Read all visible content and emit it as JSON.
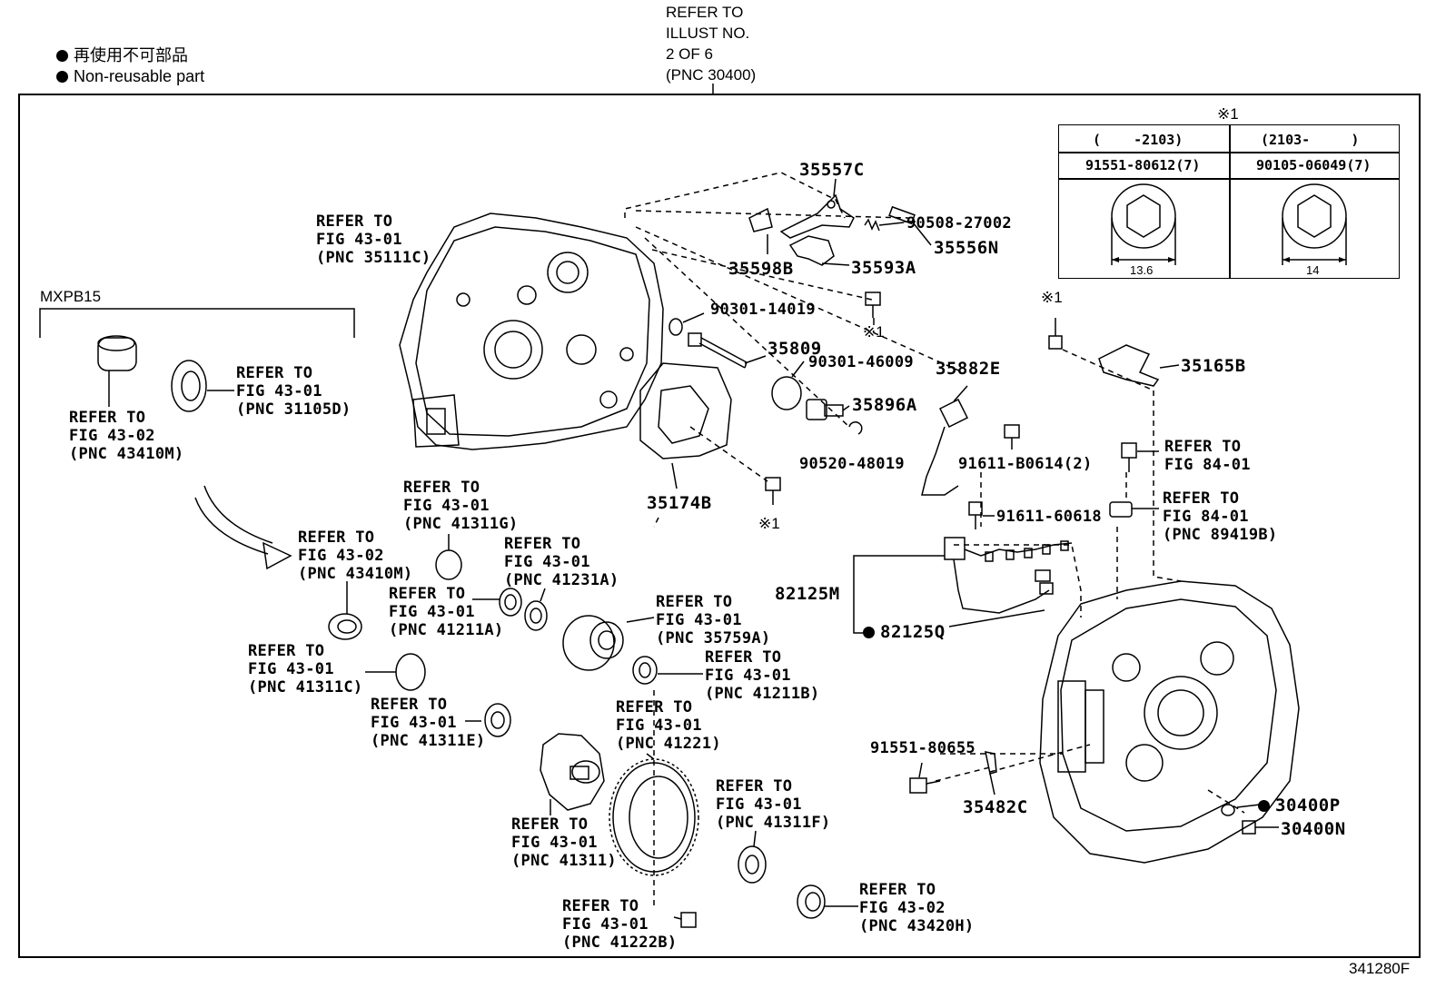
{
  "legend": {
    "ja": "再使用不可部品",
    "en": "Non-reusable part"
  },
  "refer_top": [
    "REFER TO",
    "ILLUST NO.",
    "2 OF 6",
    "(PNC 30400)"
  ],
  "variant": "MXPB15",
  "table": {
    "note": "※1",
    "head_left": "(    -2103)",
    "head_right": "(2103-     )",
    "part_left": "91551-80612(7)",
    "part_right": "90105-06049(7)",
    "dim_left": "13.6",
    "dim_right": "14"
  },
  "part_numbers": {
    "p35557C": "35557C",
    "p90508": "90508-27002",
    "p35556N": "35556N",
    "p35598B": "35598B",
    "p35593A": "35593A",
    "p90301a": "90301-14019",
    "p35809": "35809",
    "p90301b": "90301-46009",
    "p35882E": "35882E",
    "p35896A": "35896A",
    "p90520": "90520-48019",
    "p91611b": "91611-B0614(2)",
    "p35174B": "35174B",
    "p35165B": "35165B",
    "p91611c": "91611-60618",
    "p82125M": "82125M",
    "p82125Q": "82125Q",
    "p91551": "91551-80655",
    "p35482C": "35482C",
    "p30400P": "30400P",
    "p30400N": "30400N",
    "note1a": "※1",
    "note1b": "※1",
    "note1c": "※1"
  },
  "refs": {
    "r35111C": [
      "REFER TO",
      "FIG 43-01",
      "(PNC 35111C)"
    ],
    "r31105D": [
      "REFER TO",
      "FIG 43-01",
      "(PNC 31105D)"
    ],
    "r43410Ma": [
      "REFER TO",
      "FIG 43-02",
      "(PNC 43410M)"
    ],
    "r41311G": [
      "REFER TO",
      "FIG 43-01",
      "(PNC 41311G)"
    ],
    "r43410Mb": [
      "REFER TO",
      "FIG 43-02",
      "(PNC 43410M)"
    ],
    "r41231A": [
      "REFER TO",
      "FIG 43-01",
      "(PNC 41231A)"
    ],
    "r41211A": [
      "REFER TO",
      "FIG 43-01",
      "(PNC 41211A)"
    ],
    "r35759A": [
      "REFER TO",
      "FIG 43-01",
      "(PNC 35759A)"
    ],
    "r41311C": [
      "REFER TO",
      "FIG 43-01",
      "(PNC 41311C)"
    ],
    "r41211B": [
      "REFER TO",
      "FIG 43-01",
      "(PNC 41211B)"
    ],
    "r41311E": [
      "REFER TO",
      "FIG 43-01",
      "(PNC 41311E)"
    ],
    "r41221": [
      "REFER TO",
      "FIG 43-01",
      "(PNC 41221)"
    ],
    "r41311F": [
      "REFER TO",
      "FIG 43-01",
      "(PNC 41311F)"
    ],
    "r41311": [
      "REFER TO",
      "FIG 43-01",
      "(PNC 41311)"
    ],
    "r41222B": [
      "REFER TO",
      "FIG 43-01",
      "(PNC 41222B)"
    ],
    "r43420H": [
      "REFER TO",
      "FIG 43-02",
      "(PNC 43420H)"
    ],
    "r8401": [
      "REFER TO",
      "FIG 84-01"
    ],
    "r89419B": [
      "REFER TO",
      "FIG 84-01",
      "(PNC 89419B)"
    ]
  },
  "figure_id": "341280F"
}
